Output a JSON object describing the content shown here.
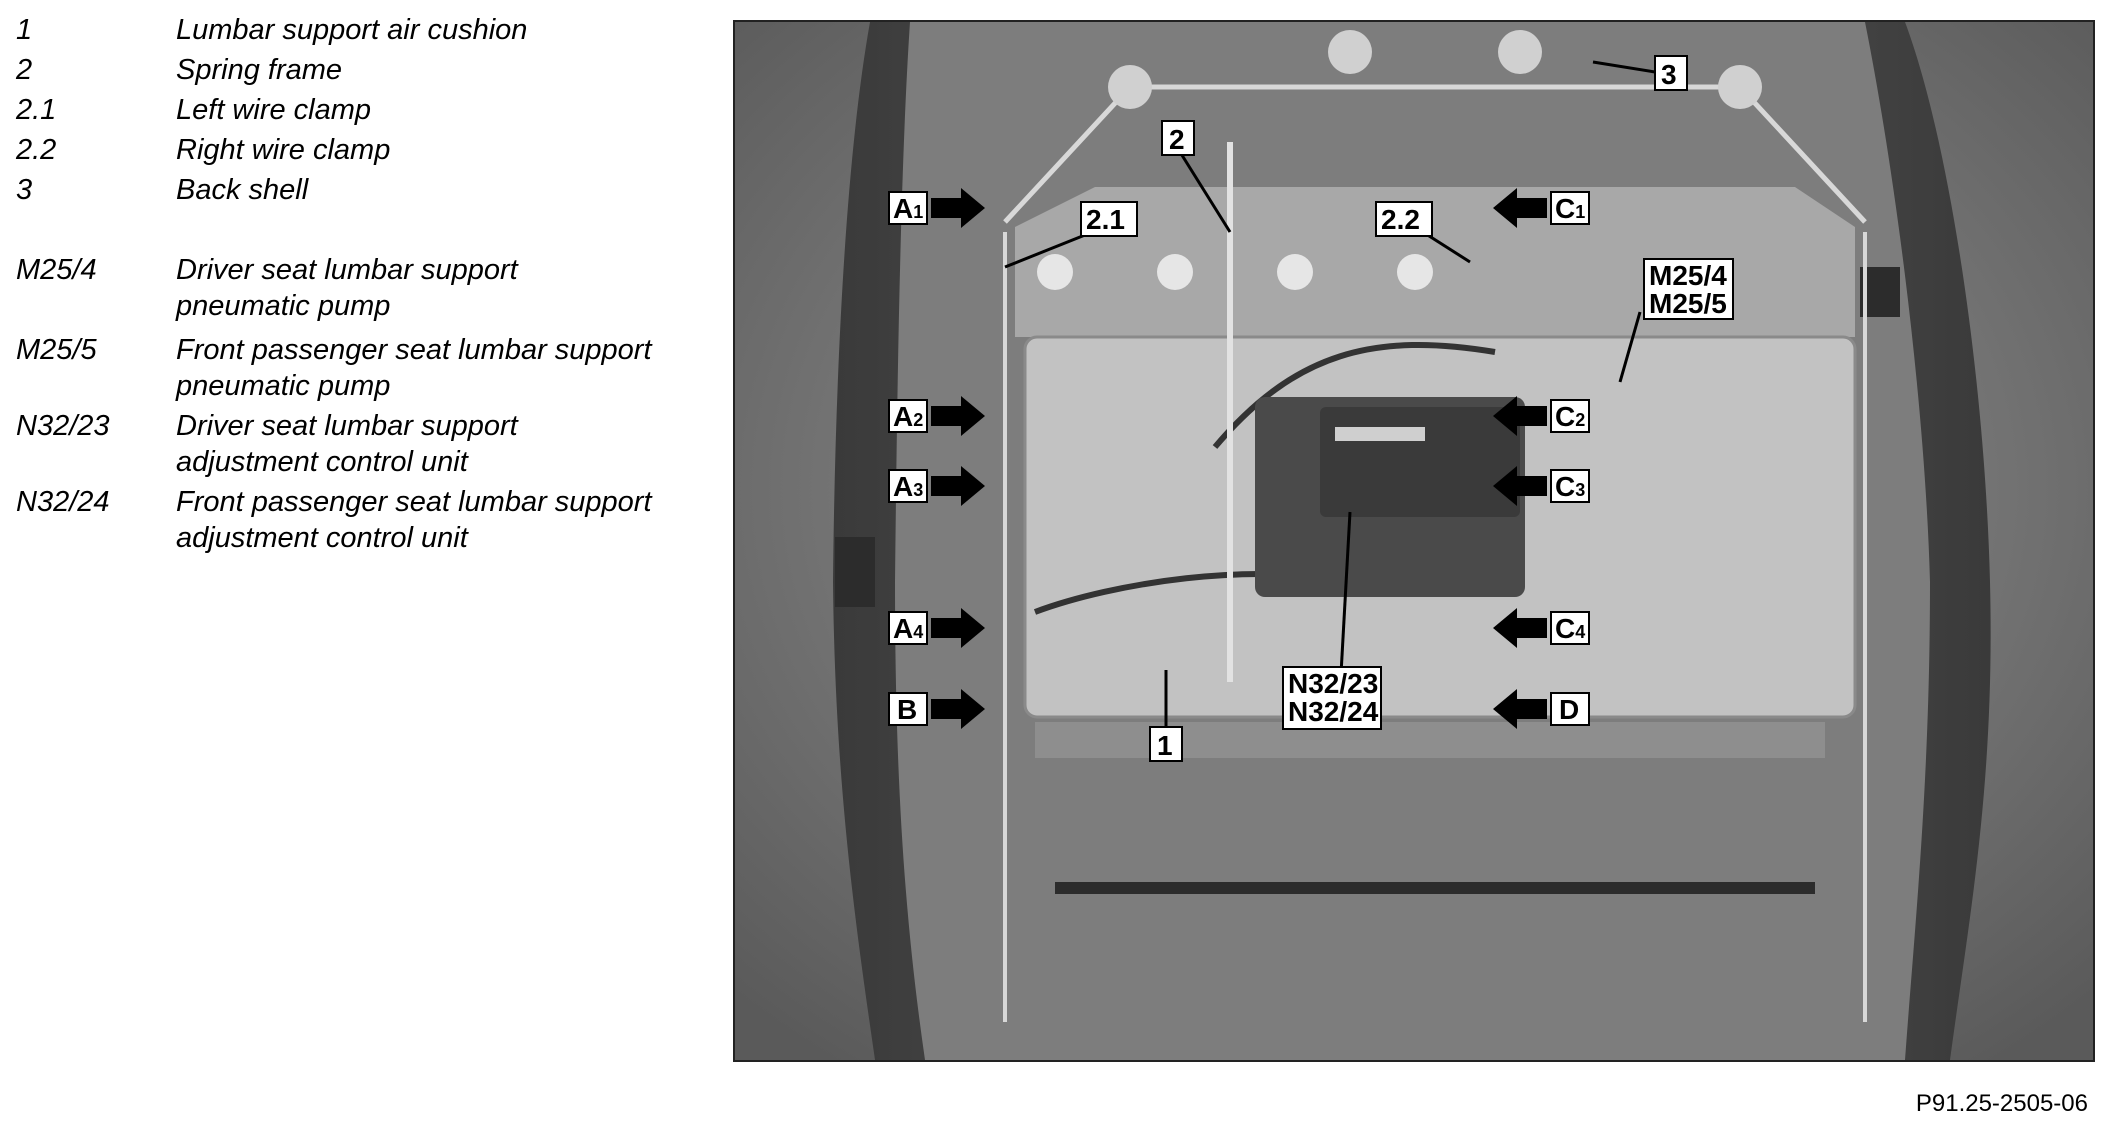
{
  "legend": [
    {
      "key": "1",
      "text": "Lumbar support air cushion"
    },
    {
      "key": "2",
      "text": "Spring frame"
    },
    {
      "key": "2.1",
      "text": "Left wire clamp"
    },
    {
      "key": "2.2",
      "text": "Right wire clamp"
    },
    {
      "key": "3",
      "text": "Back shell"
    },
    {
      "key": "M25/4",
      "text": "Driver seat lumbar support pneumatic pump"
    },
    {
      "key": "M25/5",
      "text": "Front passenger seat lumbar support pneumatic pump"
    },
    {
      "key": "N32/23",
      "text": "Driver seat lumbar support adjustment control unit"
    },
    {
      "key": "N32/24",
      "text": "Front passenger seat lumbar support adjustment control unit"
    }
  ],
  "figure": {
    "callouts": {
      "c1": "1",
      "c2": "2",
      "c21": "2.1",
      "c22": "2.2",
      "c3": "3",
      "m25": [
        "M25/4",
        "M25/5"
      ],
      "n32": [
        "N32/23",
        "N32/24"
      ],
      "b": "B",
      "d": "D"
    },
    "arrows_left": [
      {
        "letter": "A",
        "sub": "1"
      },
      {
        "letter": "A",
        "sub": "2"
      },
      {
        "letter": "A",
        "sub": "3"
      },
      {
        "letter": "A",
        "sub": "4"
      }
    ],
    "arrows_right": [
      {
        "letter": "C",
        "sub": "1"
      },
      {
        "letter": "C",
        "sub": "2"
      },
      {
        "letter": "C",
        "sub": "3"
      },
      {
        "letter": "C",
        "sub": "4"
      }
    ]
  },
  "figure_id": "P91.25-2505-06"
}
